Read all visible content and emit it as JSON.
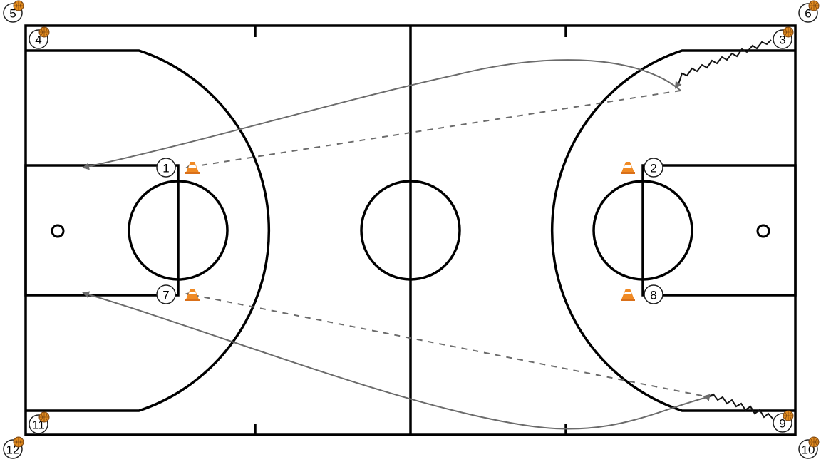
{
  "colors": {
    "court_lines": "#000000",
    "movement_arrows": "#6b6b6b",
    "dribble_line": "#111111",
    "ball": "#e08a1e",
    "cone": "#f08a24"
  },
  "players": [
    {
      "label": "1",
      "ball": false
    },
    {
      "label": "2",
      "ball": false
    },
    {
      "label": "3",
      "ball": true
    },
    {
      "label": "4",
      "ball": true
    },
    {
      "label": "5",
      "ball": true
    },
    {
      "label": "6",
      "ball": true
    },
    {
      "label": "7",
      "ball": false
    },
    {
      "label": "8",
      "ball": false
    },
    {
      "label": "9",
      "ball": true
    },
    {
      "label": "10",
      "ball": true
    },
    {
      "label": "11",
      "ball": true
    },
    {
      "label": "12",
      "ball": true
    }
  ],
  "cones": 4,
  "icons": {
    "ball": "basketball-icon",
    "cone": "cone-icon"
  }
}
